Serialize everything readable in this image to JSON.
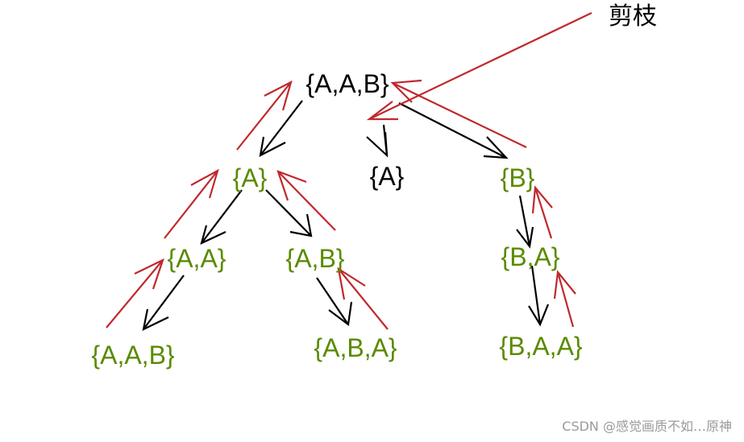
{
  "colors": {
    "root_text": "#000000",
    "active_text": "#5a8a00",
    "pruned_text": "#000000",
    "black_arrow": "#000000",
    "red_arrow": "#c0282c"
  },
  "nodes": [
    {
      "id": "root",
      "label": "{A,A,B}",
      "status": "root"
    },
    {
      "id": "a",
      "label": "{A}",
      "status": "active"
    },
    {
      "id": "a_pruned",
      "label": "{A}",
      "status": "pruned"
    },
    {
      "id": "b",
      "label": "{B}",
      "status": "active"
    },
    {
      "id": "aa",
      "label": "{A,A}",
      "status": "active"
    },
    {
      "id": "ab",
      "label": "{A,B}",
      "status": "active"
    },
    {
      "id": "ba",
      "label": "{B,A}",
      "status": "active"
    },
    {
      "id": "aab",
      "label": "{A,A,B}",
      "status": "active"
    },
    {
      "id": "aba",
      "label": "{A,B,A}",
      "status": "active"
    },
    {
      "id": "baa",
      "label": "{B,A,A}",
      "status": "active"
    }
  ],
  "annotation": {
    "prune_label": "剪枝"
  },
  "watermark": "CSDN @感觉画质不如…原神"
}
